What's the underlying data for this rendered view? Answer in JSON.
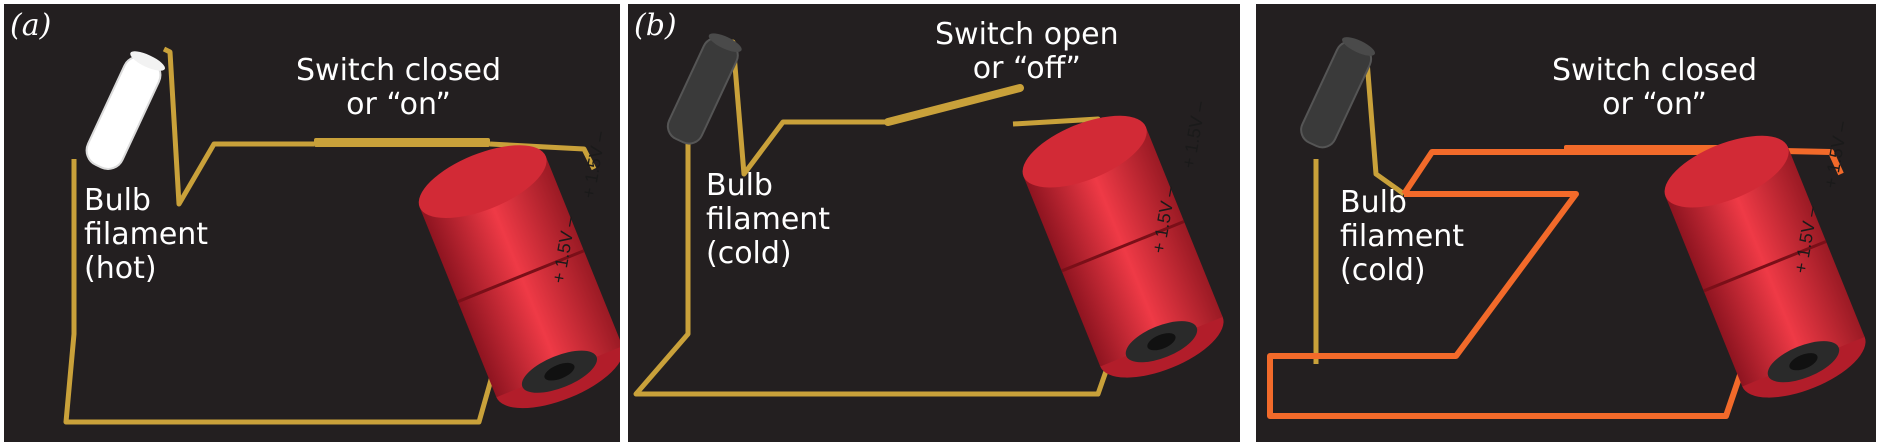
{
  "panels": [
    {
      "tag": "(a)",
      "switch_label": [
        "Switch closed",
        "or “on”"
      ],
      "bulb_label": [
        "Bulb",
        "filament",
        "(hot)"
      ],
      "battery_labels": [
        "+ 1.5V –",
        "+ 1.5V –"
      ]
    },
    {
      "tag": "(b)",
      "switch_label": [
        "Switch open",
        "or “off”"
      ],
      "bulb_label": [
        "Bulb",
        "filament",
        "(cold)"
      ],
      "battery_labels": [
        "+ 1.5V –",
        "+ 1.5V –"
      ]
    },
    {
      "tag": "",
      "switch_label": [
        "Switch closed",
        "or “on”"
      ],
      "bulb_label": [
        "Bulb",
        "filament",
        "(cold)"
      ],
      "battery_labels": [
        "+ 1.5V –",
        "+ 1.5V –"
      ]
    }
  ],
  "colors": {
    "background": "#231f20",
    "wire": "#c9a13a",
    "wire_short": "#f26a2a",
    "battery": "#e0303c",
    "filament_hot": "#ffffff",
    "filament_cold": "#3a3a3a"
  }
}
